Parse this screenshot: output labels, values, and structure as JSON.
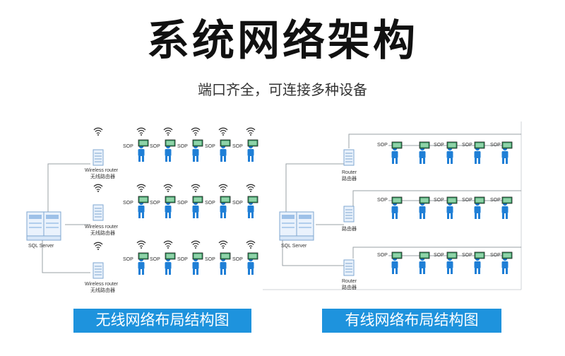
{
  "header": {
    "title": "系统网络架构",
    "subtitle": "端口齐全，可连接多种设备"
  },
  "left_diagram": {
    "server_label": "SQL  Server",
    "router_label_en": "Wireless router",
    "router_label_cn": "无线路由器",
    "terminal_label": "SOP",
    "caption": "无线网络布局结构图"
  },
  "right_diagram": {
    "server_label": "SQL  Server",
    "router_label_en": "Router",
    "router_label_cn": "路由器",
    "terminal_label": "SOP",
    "caption": "有线网络布局结构图"
  },
  "colors": {
    "caption_bg": "#1e93dd",
    "person": "#1f7fd6",
    "monitor": "#2e8b57",
    "line": "#9aa0a6"
  }
}
